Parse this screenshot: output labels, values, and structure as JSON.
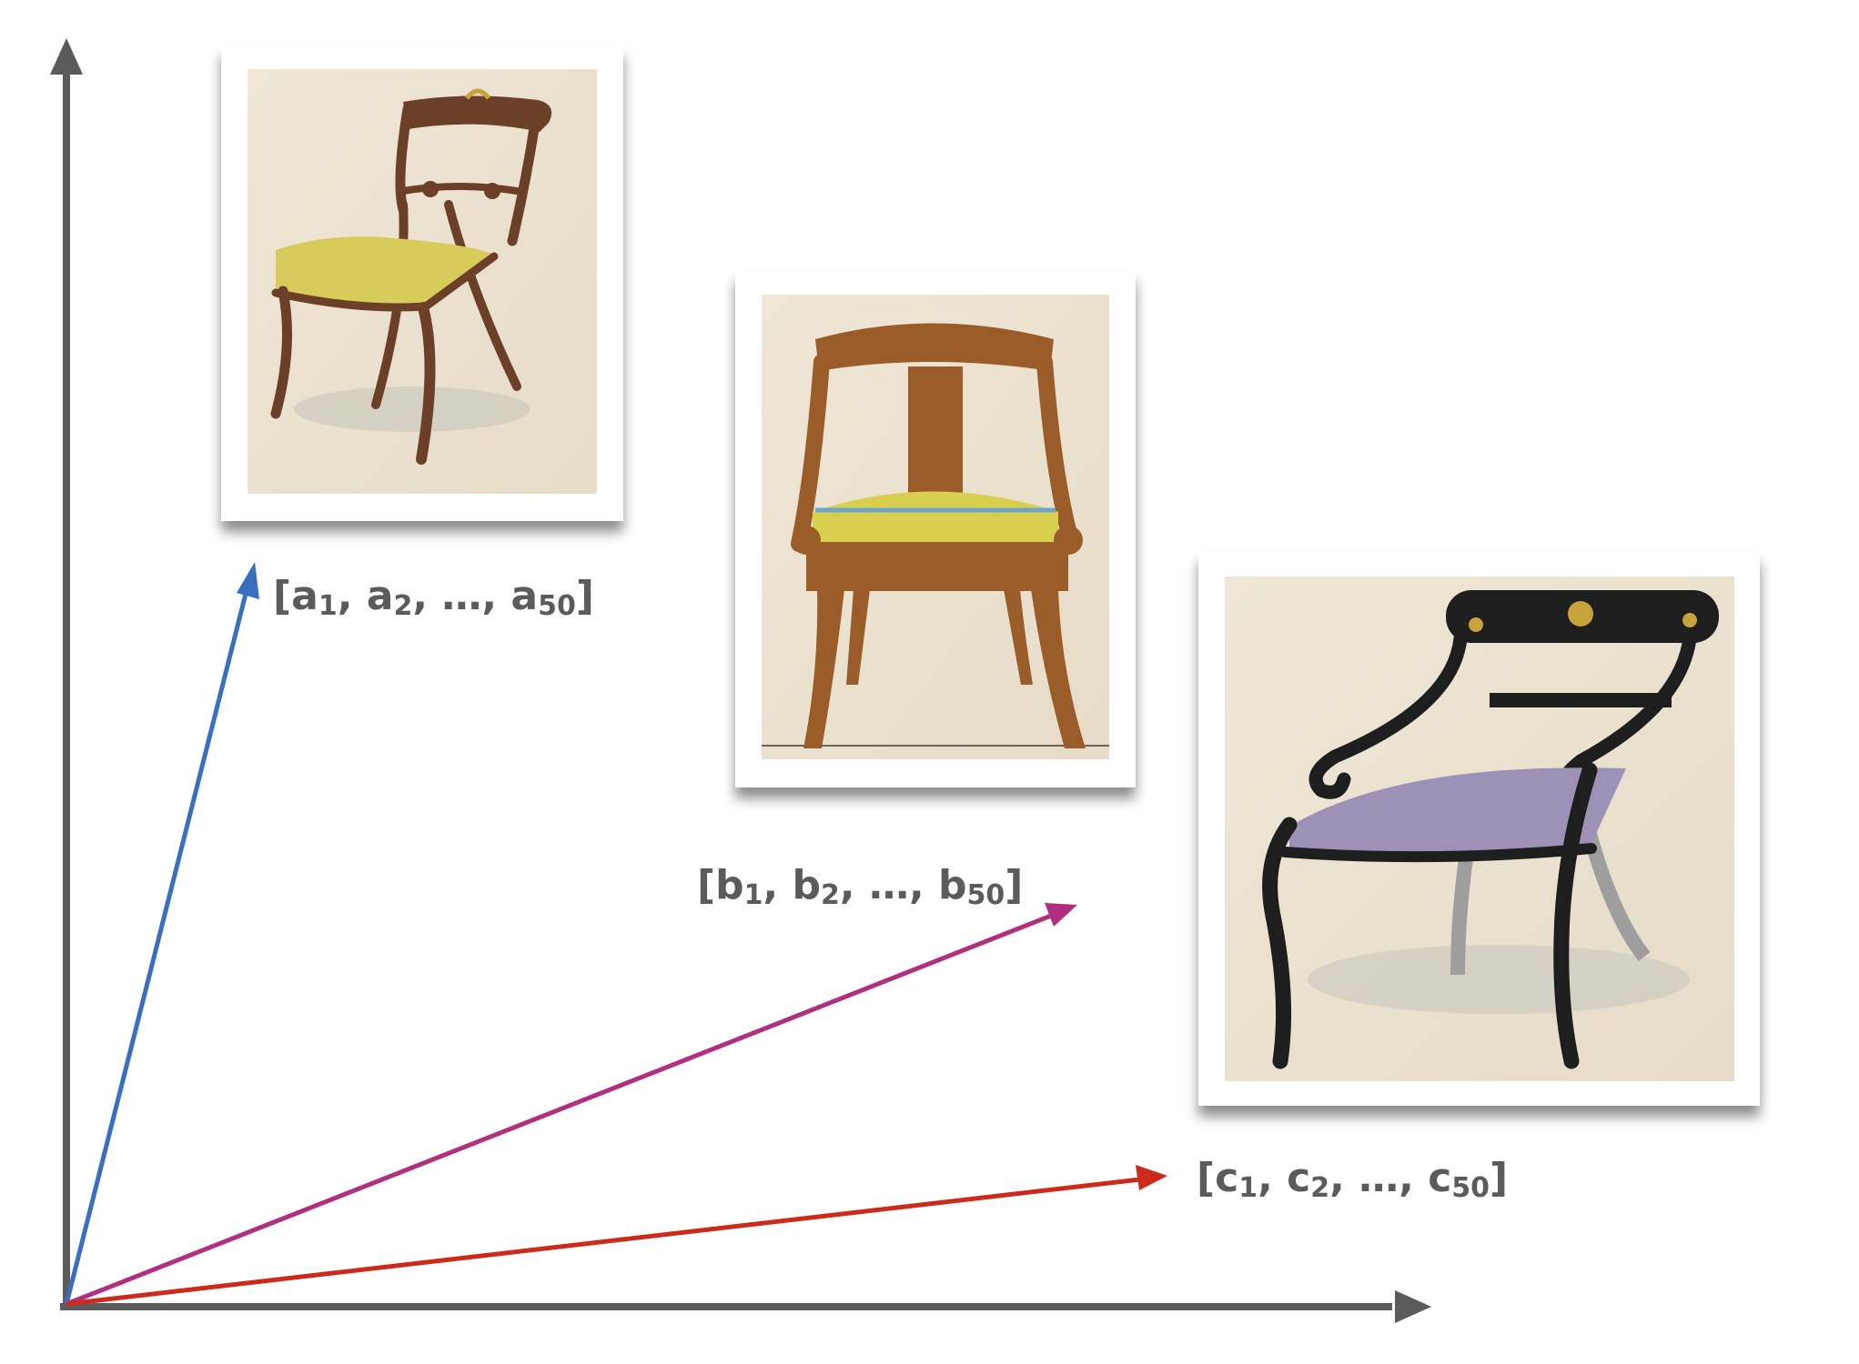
{
  "vectors": [
    {
      "id": "a",
      "color": "#3a6fc0",
      "label": {
        "open": "[",
        "v1": "a",
        "s1": "1",
        "v2": "a",
        "s2": "2",
        "v3": "a",
        "s3": "50",
        "close": "]",
        "sep": ", ",
        "dots": "…, "
      },
      "image": {
        "subject": "side chair",
        "seat_color": "#d7cc5a",
        "frame_color": "#6b3f28"
      }
    },
    {
      "id": "b",
      "color": "#b0307f",
      "label": {
        "open": "[",
        "v1": "b",
        "s1": "1",
        "v2": "b",
        "s2": "2",
        "v3": "b",
        "s3": "50",
        "close": "]",
        "sep": ", ",
        "dots": "…, "
      },
      "image": {
        "subject": "gondola chair",
        "seat_color": "#d9cf4e",
        "frame_color": "#9a5d2a"
      }
    },
    {
      "id": "c",
      "color": "#cc2a1a",
      "label": {
        "open": "[",
        "v1": "c",
        "s1": "1",
        "v2": "c",
        "s2": "2",
        "v3": "c",
        "s3": "50",
        "close": "]",
        "sep": ", ",
        "dots": "…, "
      },
      "image": {
        "subject": "armchair",
        "seat_color": "#9d91b8",
        "frame_color": "#1e1e1e"
      }
    }
  ],
  "axis_color": "#5b5b5b"
}
